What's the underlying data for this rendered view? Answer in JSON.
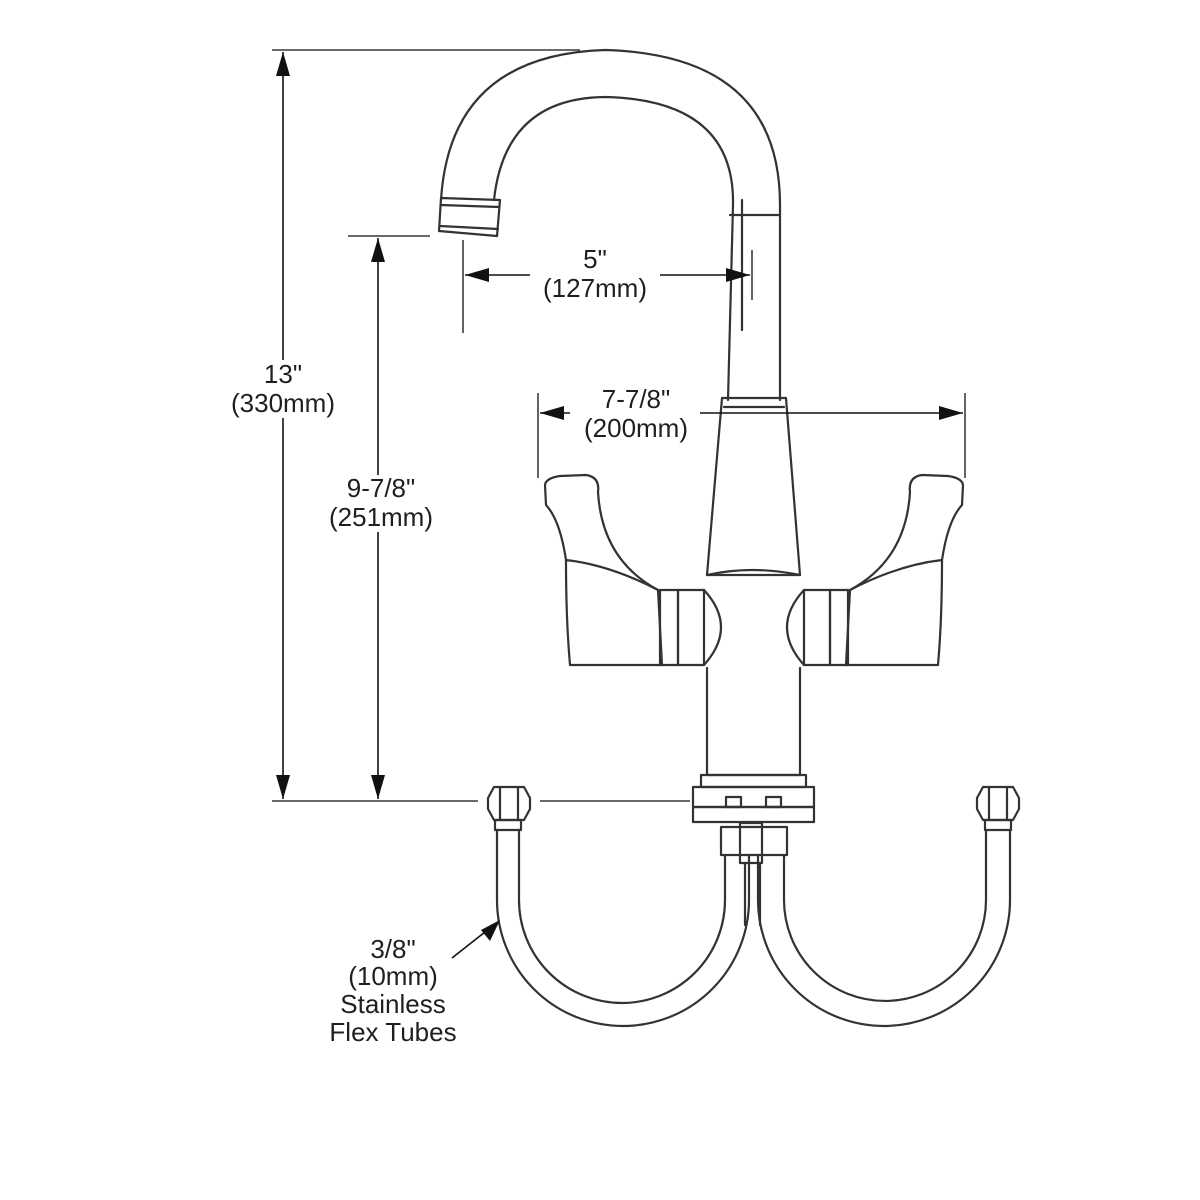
{
  "dimensions": {
    "overall_height": {
      "imperial": "13\"",
      "metric": "(330mm)"
    },
    "spout_height": {
      "imperial": "9-7/8\"",
      "metric": "(251mm)"
    },
    "spout_reach": {
      "imperial": "5\"",
      "metric": "(127mm)"
    },
    "handle_spread": {
      "imperial": "7-7/8\"",
      "metric": "(200mm)"
    }
  },
  "callout": {
    "size": "3/8\"",
    "metric": "(10mm)",
    "line1": "Stainless",
    "line2": "Flex Tubes"
  },
  "colors": {
    "line": "#333333",
    "dimension": "#111111",
    "background": "#ffffff"
  }
}
